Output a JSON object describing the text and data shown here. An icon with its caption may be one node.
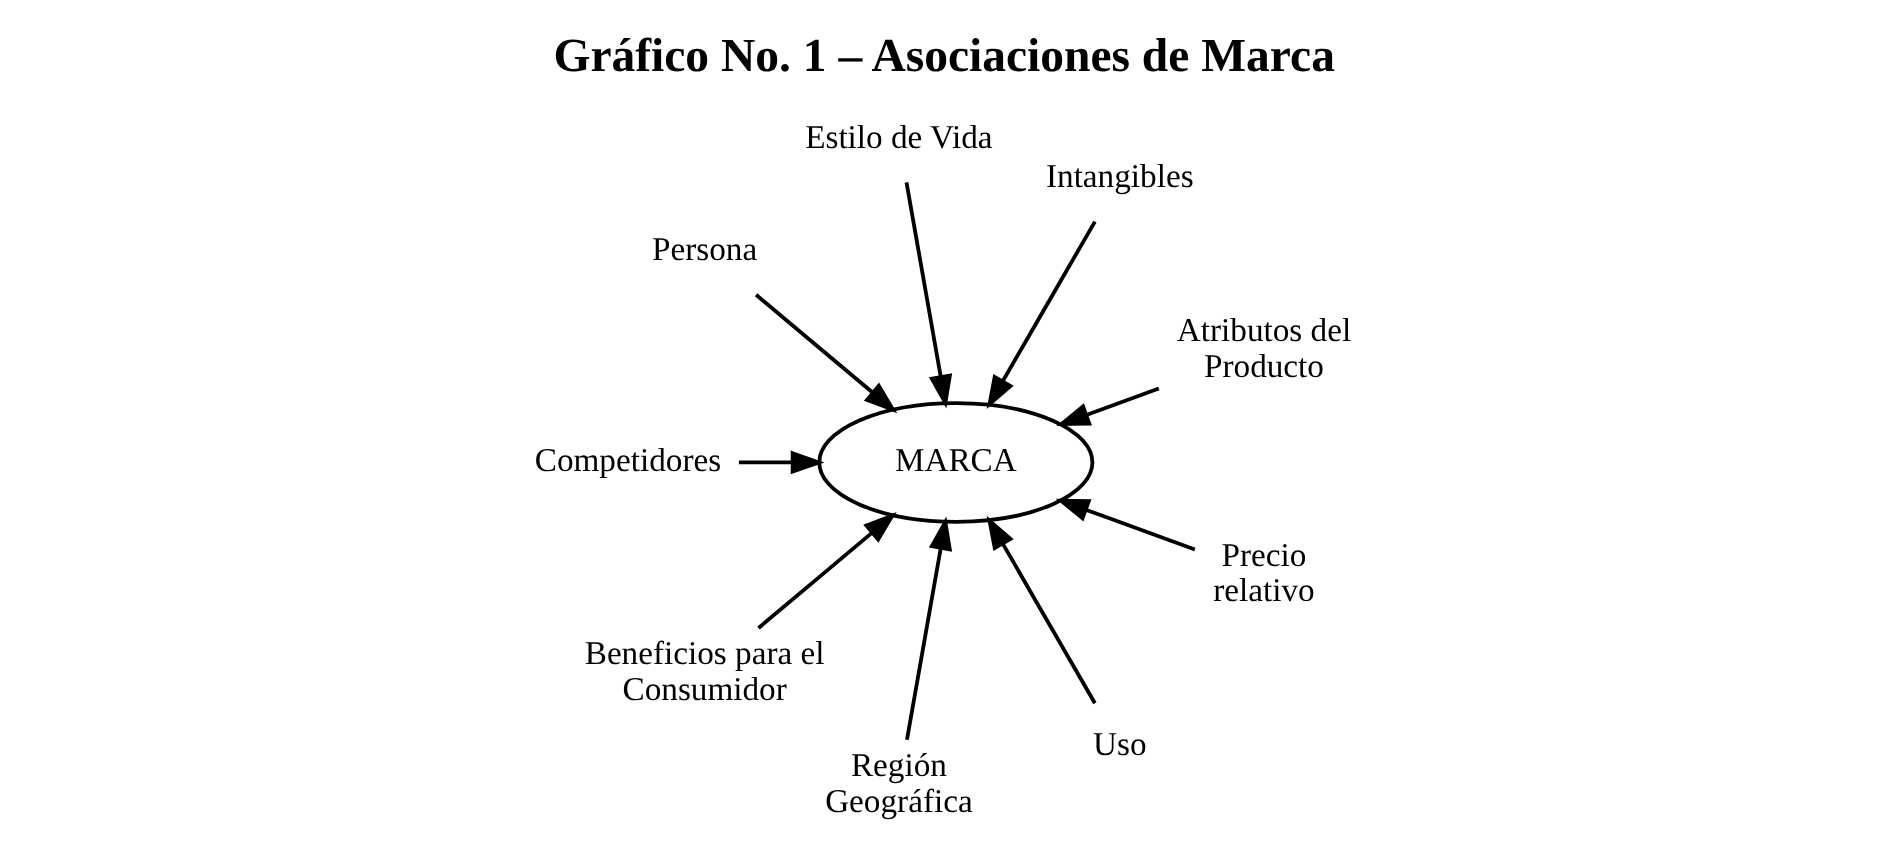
{
  "diagram": {
    "title": "Gráfico No. 1 – Asociaciones de Marca",
    "nodes": [
      {
        "text": [
          "Atributos del Producto"
        ]
      },
      {
        "text": [
          "Intangibles"
        ]
      },
      {
        "text": [
          "Estilo de Vida"
        ]
      },
      {
        "text": [
          "Persona"
        ]
      },
      {
        "text": [
          "MARCA"
        ]
      },
      {
        "text": [
          "Competidores"
        ]
      },
      {
        "text": [
          "Beneficios para el Consumidor"
        ]
      },
      {
        "text": [
          "Región Geográfica"
        ]
      },
      {
        "text": [
          "Uso"
        ]
      },
      {
        "text": [
          "Precio relativo"
        ]
      }
    ],
    "edges": [
      {
        "from": 1,
        "to": 4,
        "arrow": "to"
      },
      {
        "from": 2,
        "to": 4,
        "arrow": "to"
      },
      {
        "from": 6,
        "to": 4,
        "arrow": "to"
      },
      {
        "from": 9,
        "to": 4,
        "arrow": "to"
      },
      {
        "from": 8,
        "to": 4,
        "arrow": "to"
      },
      {
        "from": 7,
        "to": 4,
        "arrow": "to"
      },
      {
        "from": 5,
        "to": 4,
        "arrow": "to"
      },
      {
        "from": 3,
        "to": 4,
        "arrow": "to"
      },
      {
        "from": 0,
        "to": 4,
        "arrow": "to"
      }
    ]
  }
}
